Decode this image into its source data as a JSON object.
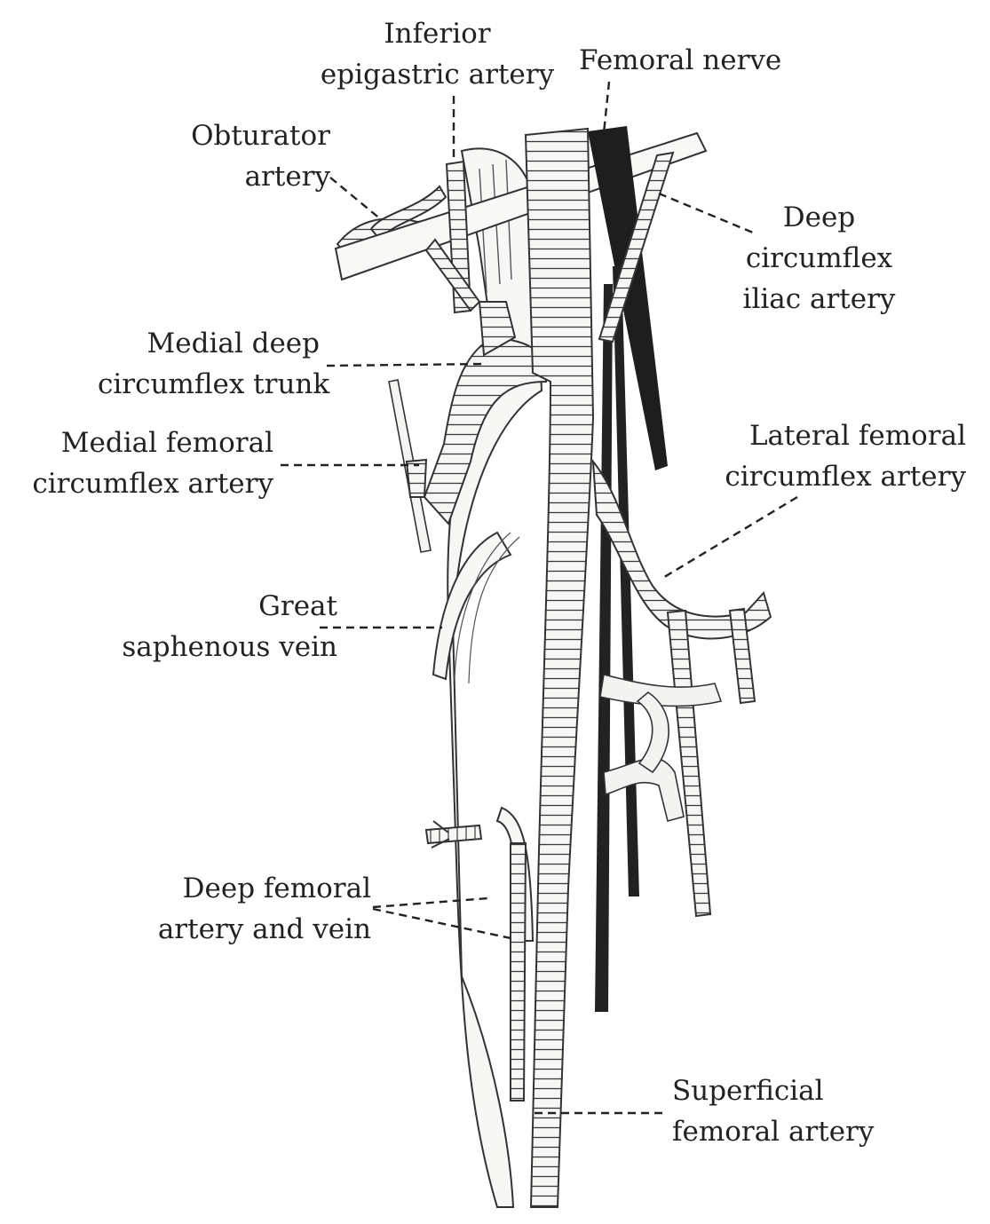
{
  "labels": {
    "inferior_epigastric": [
      "Inferior",
      "epigastric artery"
    ],
    "femoral_nerve": [
      "Femoral nerve"
    ],
    "obturator": [
      "Obturator",
      "artery"
    ],
    "deep_circumflex_iliac": [
      "Deep",
      "circumflex",
      "iliac artery"
    ],
    "medial_deep_circumflex_trunk": [
      "Medial deep",
      "circumflex trunk"
    ],
    "medial_femoral_circumflex": [
      "Medial femoral",
      "circumflex artery"
    ],
    "lateral_femoral_circumflex": [
      "Lateral femoral",
      "circumflex artery"
    ],
    "great_saphenous": [
      "Great",
      "saphenous vein"
    ],
    "deep_femoral": [
      "Deep femoral",
      "artery and vein"
    ],
    "superficial_femoral": [
      "Superficial",
      "femoral artery"
    ]
  },
  "colors": {
    "ink": "#222222",
    "nerve": "#1e1e1e",
    "vessel_fill": "#f4f4f2",
    "background": "#ffffff"
  }
}
